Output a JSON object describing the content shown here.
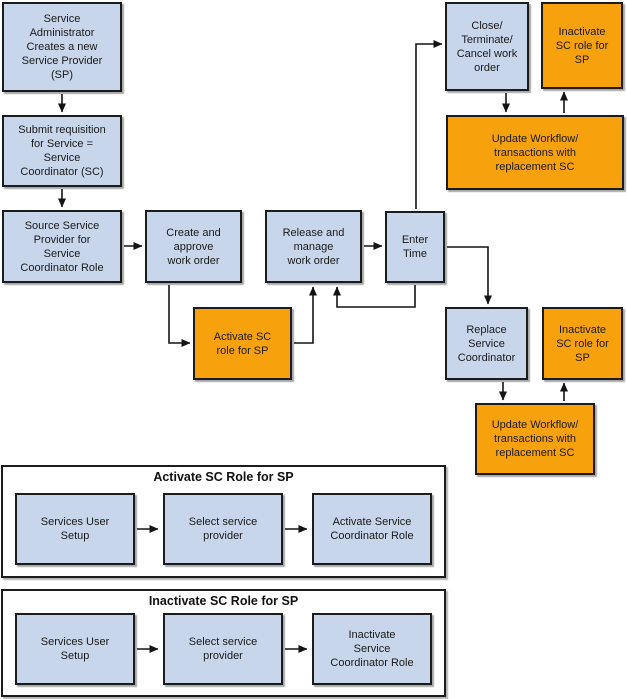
{
  "colors": {
    "node_fill_blue": "#C8D6EB",
    "node_fill_orange": "#F7A20C",
    "node_border": "#1C1C1C",
    "background": "#FFFFFF"
  },
  "flow": {
    "service_admin": "Service\nAdministrator\nCreates a new\nService Provider\n(SP)",
    "submit_requisition": "Submit requisition\nfor Service  =\nService\nCoordinator (SC)",
    "source_provider": "Source Service\nProvider for\nService\nCoordinator Role",
    "create_approve": "Create and\napprove\nwork order",
    "activate_sc": "Activate SC\nrole for SP",
    "release_manage": "Release and\nmanage\nwork order",
    "enter_time": "Enter\nTime",
    "close_terminate": "Close/\nTerminate/\nCancel work\norder",
    "inactivate_sc_top": "Inactivate\nSC role for\nSP",
    "update_workflow_top": "Update Workflow/\ntransactions with\nreplacement SC",
    "replace_coordinator": "Replace\nService\nCoordinator",
    "inactivate_sc_right": "Inactivate\nSC role for\nSP",
    "update_workflow_right": "Update Workflow/\ntransactions with\nreplacement SC"
  },
  "sections": {
    "activate": {
      "title": "Activate SC Role for SP",
      "steps": {
        "setup": "Services User\nSetup",
        "select": "Select service\nprovider",
        "action": "Activate Service\nCoordinator Role"
      }
    },
    "inactivate": {
      "title": "Inactivate SC Role for SP",
      "steps": {
        "setup": "Services User\nSetup",
        "select": "Select service\nprovider",
        "action": "Inactivate\nService\nCoordinator Role"
      }
    }
  }
}
